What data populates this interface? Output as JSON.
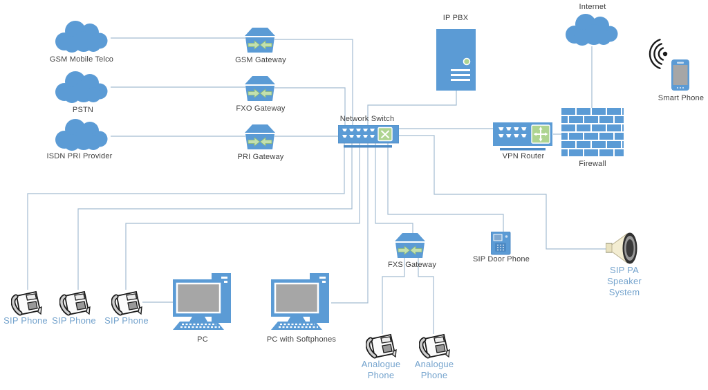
{
  "colors": {
    "node_blue": "#5b9bd5",
    "node_blue_dark": "#4d8ac4",
    "icon_green": "#aed491",
    "arrow_green": "#c3e0ae",
    "wire": "#a3bcd1",
    "label_dark": "#3f3f3f",
    "label_blue": "#74a3cd",
    "screen_gray": "#a6a6a6"
  },
  "nodes": {
    "gsm_telco": {
      "label": "GSM Mobile Telco"
    },
    "pstn": {
      "label": "PSTN"
    },
    "isdn": {
      "label": "ISDN PRI Provider"
    },
    "internet": {
      "label": "Internet"
    },
    "gsm_gateway": {
      "label": "GSM Gateway"
    },
    "fxo_gateway": {
      "label": "FXO Gateway"
    },
    "pri_gateway": {
      "label": "PRI Gateway"
    },
    "fxs_gateway": {
      "label": "FXS Gateway"
    },
    "network_switch": {
      "label": "Network Switch"
    },
    "ip_pbx": {
      "label": "IP PBX"
    },
    "vpn_router": {
      "label": "VPN Router"
    },
    "firewall": {
      "label": "Firewall"
    },
    "smart_phone": {
      "label": "Smart Phone"
    },
    "sip_phone_1": {
      "label": "SIP Phone"
    },
    "sip_phone_2": {
      "label": "SIP Phone"
    },
    "sip_phone_3": {
      "label": "SIP Phone"
    },
    "pc": {
      "label": "PC"
    },
    "pc_softphones": {
      "label": "PC with Softphones"
    },
    "analogue_phone_1": {
      "label": "Analogue Phone"
    },
    "analogue_phone_2": {
      "label": "Analogue Phone"
    },
    "sip_door_phone": {
      "label": "SIP Door Phone"
    },
    "sip_pa_speaker": {
      "label": "SIP PA Speaker System"
    }
  }
}
